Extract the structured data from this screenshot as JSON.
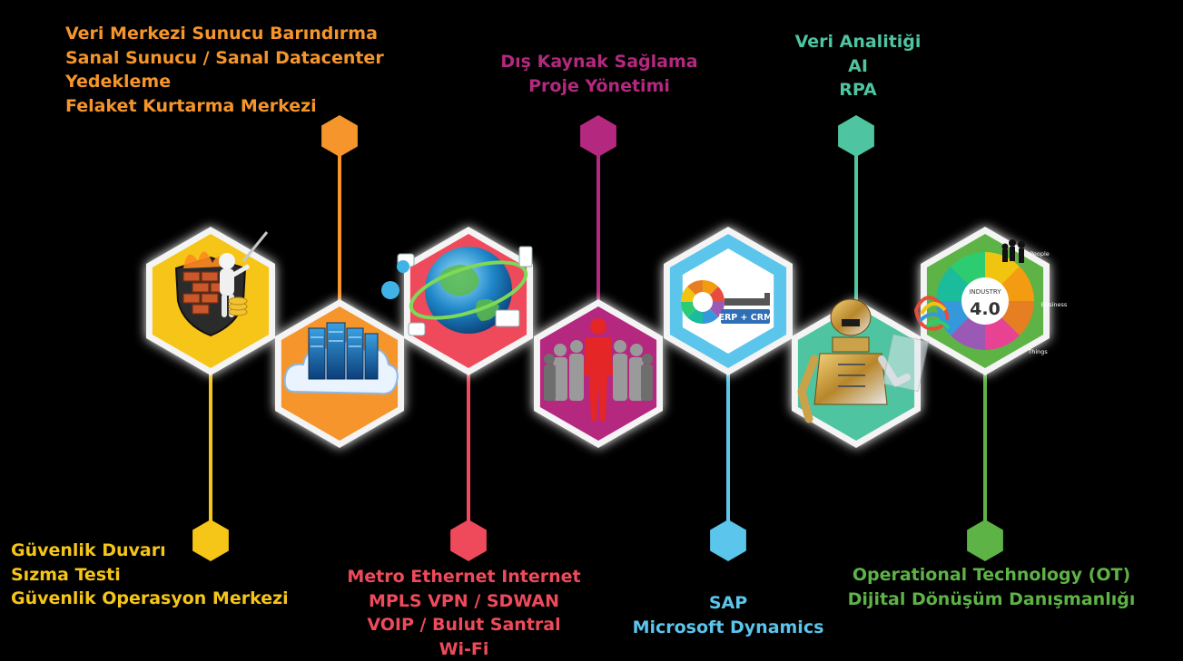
{
  "colors": {
    "background": "#000000",
    "security": "#f5c518",
    "datacenter": "#f5952b",
    "network": "#ef4a5c",
    "outsourcing": "#b4287f",
    "erp": "#5bc5ec",
    "analytics": "#4fc4a0",
    "ot": "#5eb347",
    "hex_border": "#f4f4f4"
  },
  "nodes": [
    {
      "id": "security",
      "lines": [
        "Güvenlik Duvarı",
        "Sızma Testi",
        "Güvenlik Operasyon Merkezi"
      ],
      "icon": "firewall-shield-icon",
      "connector": "bottom"
    },
    {
      "id": "datacenter",
      "lines": [
        "Veri Merkezi Sunucu Barındırma",
        "Sanal Sunucu / Sanal Datacenter",
        "Yedekleme",
        "Felaket Kurtarma Merkezi"
      ],
      "icon": "cloud-server-icon",
      "connector": "top"
    },
    {
      "id": "network",
      "lines": [
        "Metro Ethernet Internet",
        "MPLS VPN / SDWAN",
        "VOIP / Bulut Santral",
        "Wi-Fi"
      ],
      "icon": "globe-network-icon",
      "connector": "bottom"
    },
    {
      "id": "outsourcing",
      "lines": [
        "Dış Kaynak Sağlama",
        "Proje Yönetimi"
      ],
      "icon": "team-people-icon",
      "connector": "top"
    },
    {
      "id": "erp",
      "lines": [
        "SAP",
        "Microsoft Dynamics"
      ],
      "icon": "erp-crm-icon",
      "icon_text": "ERP + CRM",
      "connector": "bottom"
    },
    {
      "id": "analytics",
      "lines": [
        "Veri Analitiği",
        "AI",
        "RPA"
      ],
      "icon": "robot-icon",
      "connector": "top"
    },
    {
      "id": "ot",
      "lines": [
        "Operational Technology (OT)",
        "Dijital Dönüşüm Danışmanlığı"
      ],
      "icon": "industry-wheel-icon",
      "icon_text": {
        "industry": "INDUSTRY",
        "version": "4.0",
        "people": "People",
        "business": "Business",
        "things": "Things"
      },
      "connector": "bottom"
    }
  ]
}
